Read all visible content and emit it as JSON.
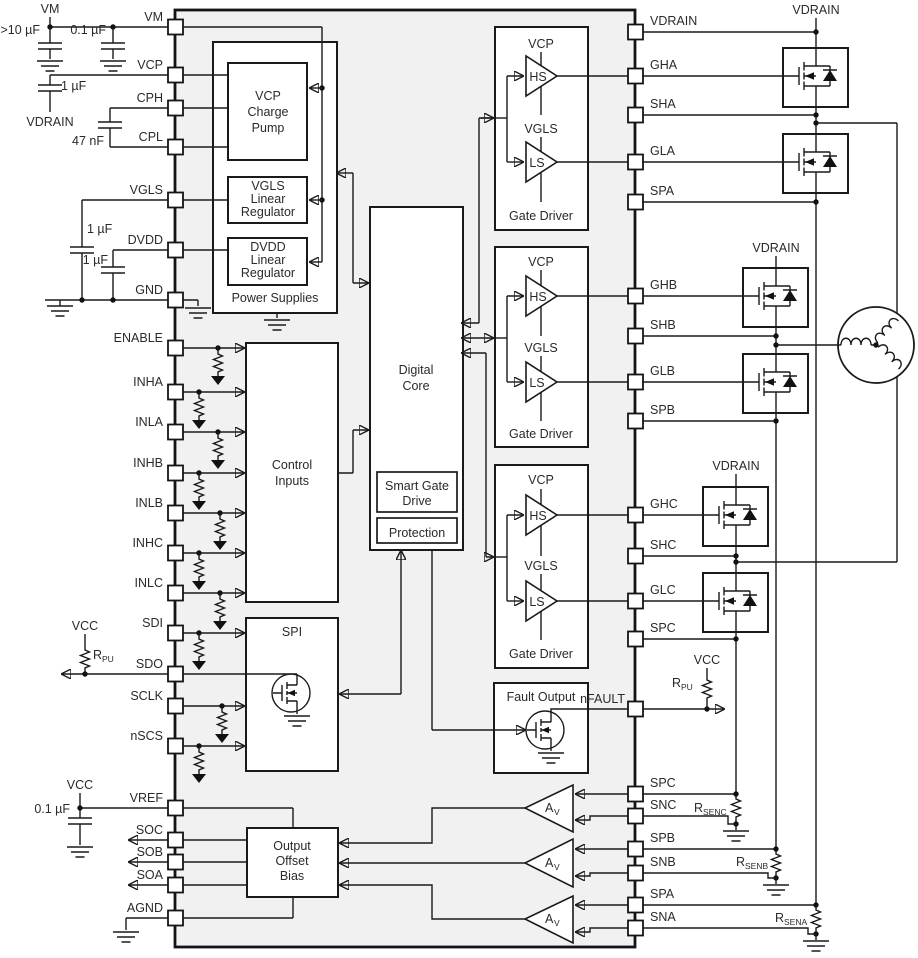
{
  "pins": {
    "left": [
      "VM",
      "VCP",
      "CPH",
      "CPL",
      "VGLS",
      "DVDD",
      "GND",
      "ENABLE",
      "INHA",
      "INLA",
      "INHB",
      "INLB",
      "INHC",
      "INLC",
      "SDI",
      "SDO",
      "SCLK",
      "nSCS",
      "VREF",
      "SOC",
      "SOB",
      "SOA",
      "AGND"
    ],
    "right": [
      "VDRAIN",
      "GHA",
      "SHA",
      "GLA",
      "SPA",
      "GHB",
      "SHB",
      "GLB",
      "SPB",
      "GHC",
      "SHC",
      "GLC",
      "SPC",
      "nFAULT",
      "SPC",
      "SNC",
      "SPB",
      "SNB",
      "SPA",
      "SNA"
    ]
  },
  "blocks": {
    "power_supplies": "Power Supplies",
    "vcp_charge_pump": [
      "VCP",
      "Charge",
      "Pump"
    ],
    "vgls_regulator": [
      "VGLS",
      "Linear",
      "Regulator"
    ],
    "dvdd_regulator": [
      "DVDD",
      "Linear",
      "Regulator"
    ],
    "control_inputs": [
      "Control",
      "Inputs"
    ],
    "spi": "SPI",
    "digital_core": [
      "Digital",
      "Core"
    ],
    "smart_gate_drive": [
      "Smart Gate",
      "Drive"
    ],
    "protection": "Protection",
    "gate_driver": "Gate Driver",
    "fault_output": "Fault Output",
    "output_offset_bias": [
      "Output",
      "Offset",
      "Bias"
    ],
    "hs": "HS",
    "ls": "LS"
  },
  "rails": {
    "vcp": "VCP",
    "vgls": "VGLS"
  },
  "nets": {
    "vm": "VM",
    "vcc": "VCC",
    "vdrain": "VDRAIN"
  },
  "caps": {
    "bulk": ">10 µF",
    "bypass": "0.1 µF",
    "vcp": "1 µF",
    "flying": "47 nF",
    "vgls": "1 µF",
    "dvdd": "1 µF",
    "vref": "0.1 µF"
  },
  "resistors": {
    "base": "R",
    "pu_sub": "PU",
    "senc_sub": "SENC",
    "senb_sub": "SENB",
    "sena_sub": "SENA"
  },
  "amp": {
    "base": "A",
    "sub": "V"
  }
}
